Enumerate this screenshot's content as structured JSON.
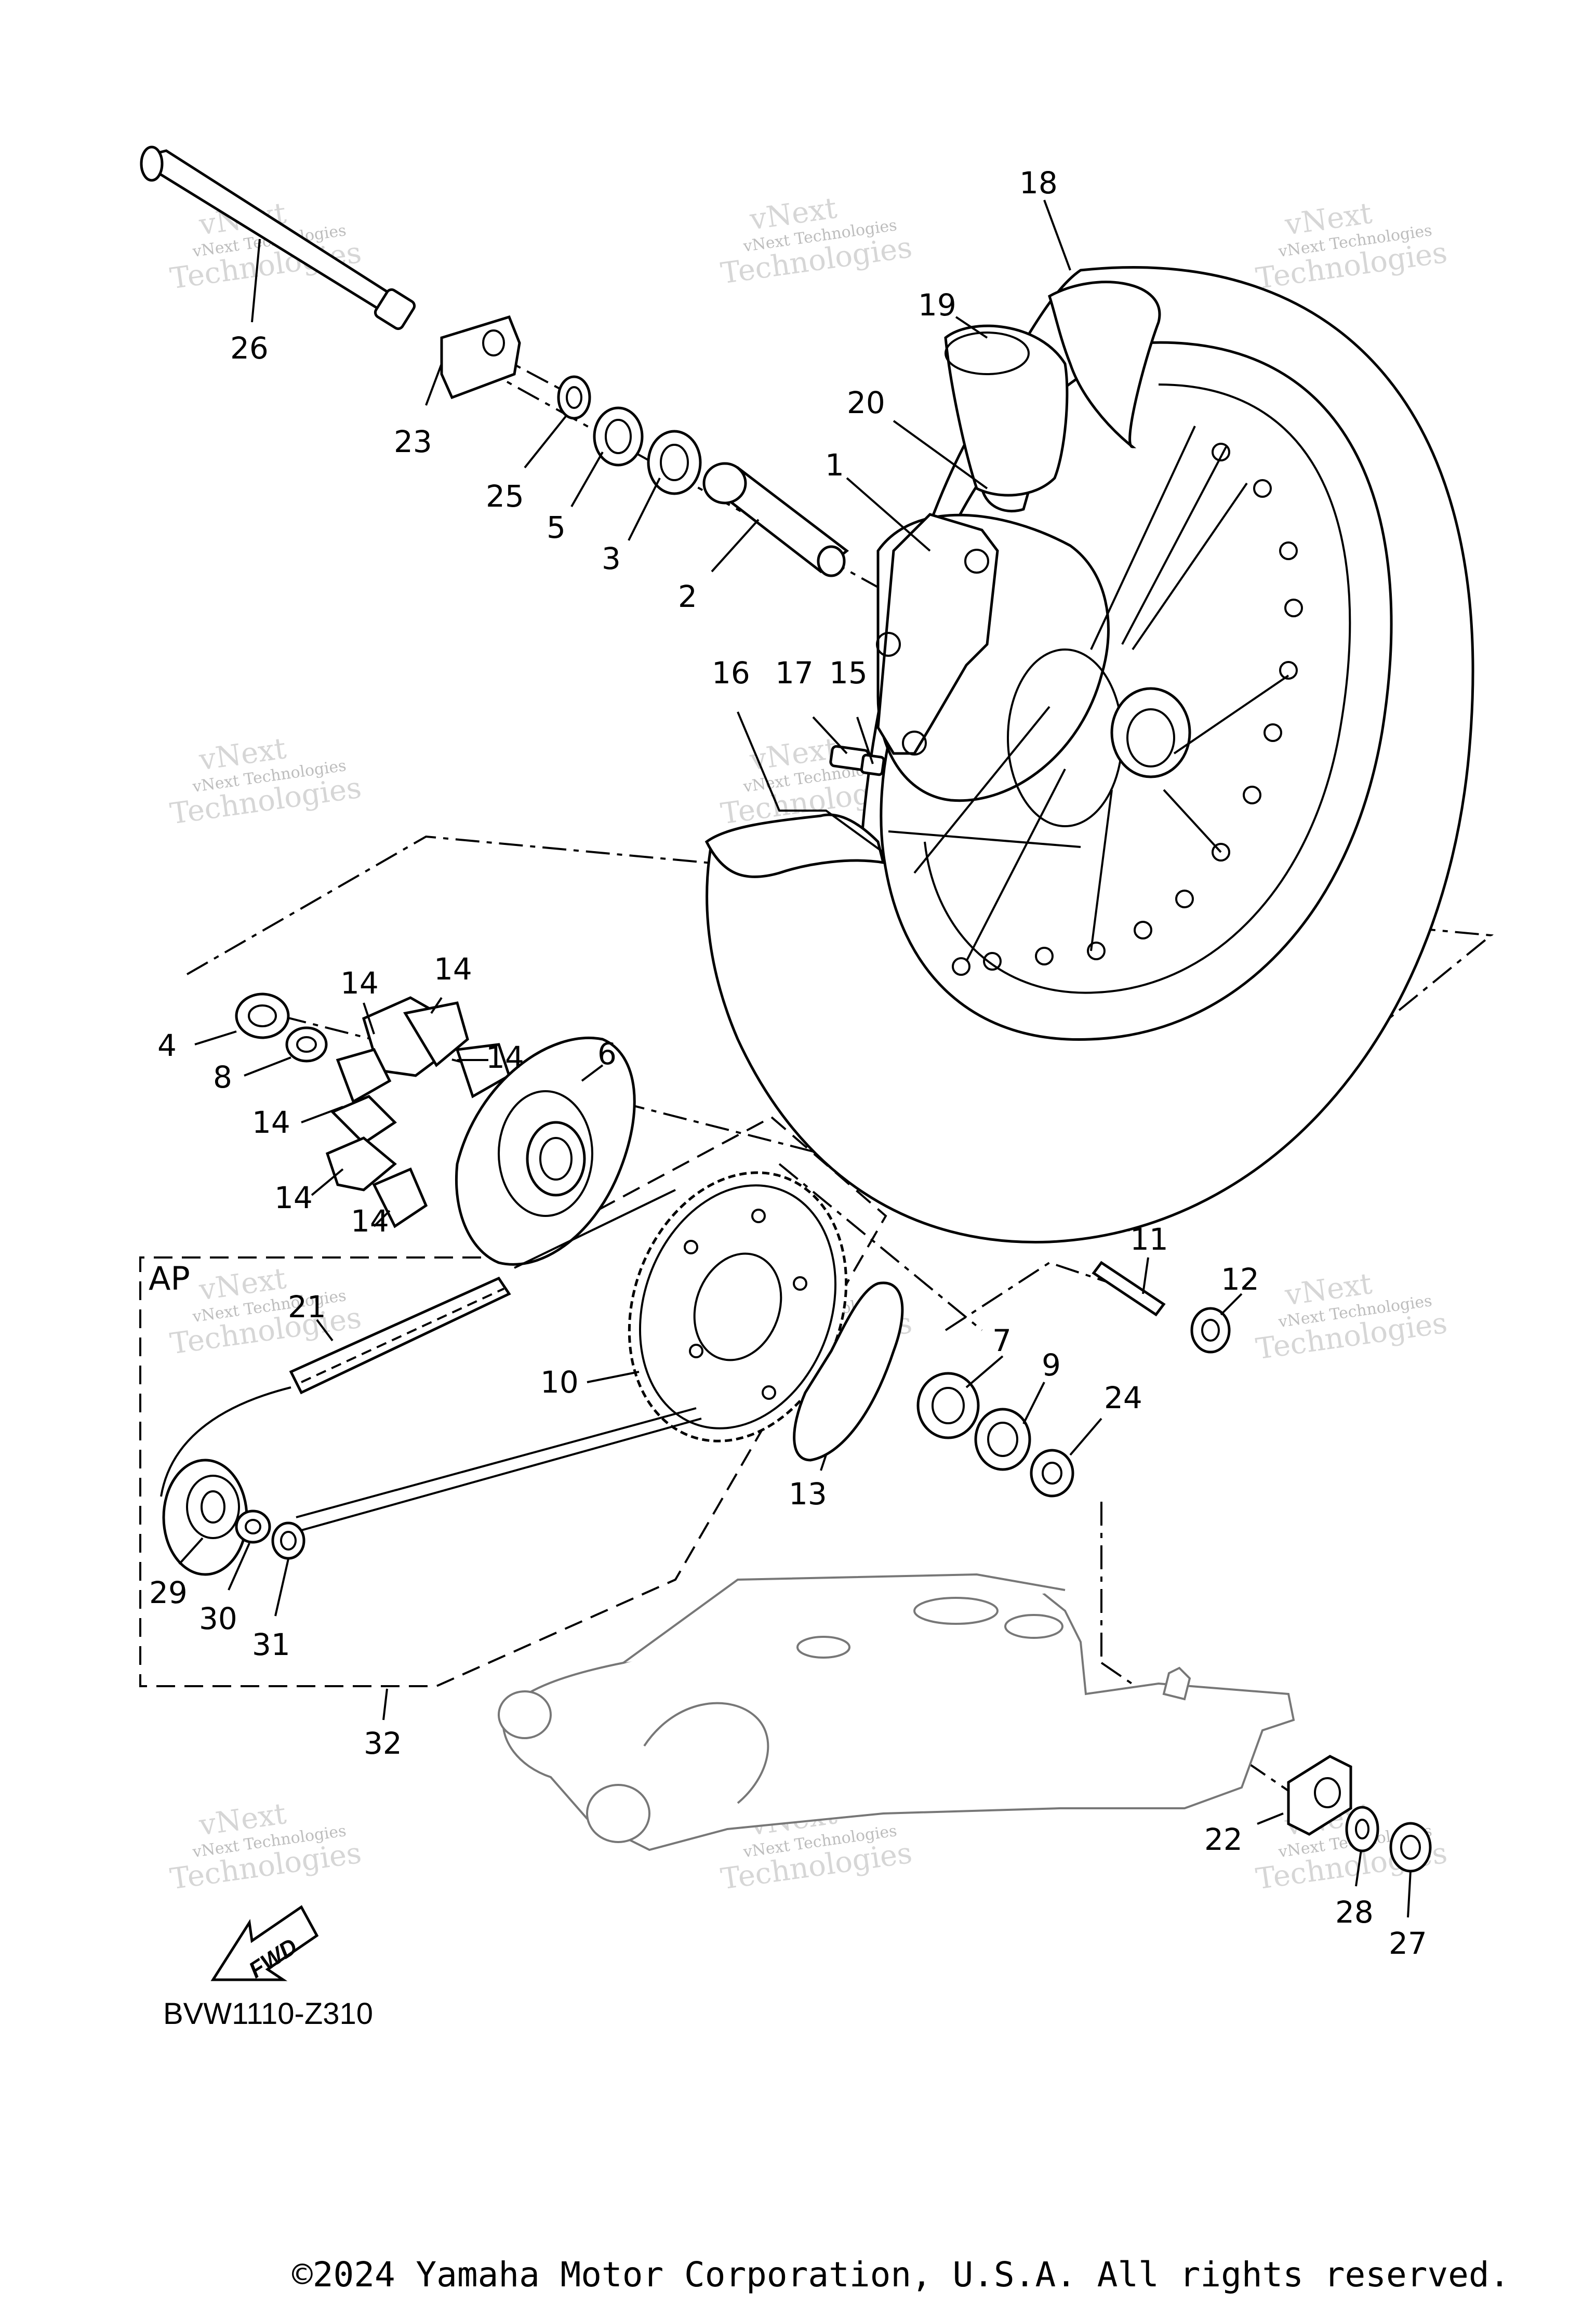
{
  "diagram": {
    "code": "BVW1110-Z310",
    "copyright": "©2024 Yamaha Motor Corporation, U.S.A. All rights reserved.",
    "fwd_label": "FWD",
    "ap_label": "AP",
    "watermark": {
      "line1": "vNext",
      "line2": "vNext Technologies",
      "line3": "Technologies"
    },
    "callouts": [
      {
        "num": "1"
      },
      {
        "num": "2"
      },
      {
        "num": "3"
      },
      {
        "num": "4"
      },
      {
        "num": "5"
      },
      {
        "num": "6"
      },
      {
        "num": "7"
      },
      {
        "num": "8"
      },
      {
        "num": "9"
      },
      {
        "num": "10"
      },
      {
        "num": "11"
      },
      {
        "num": "12"
      },
      {
        "num": "13"
      },
      {
        "num": "14"
      },
      {
        "num": "14"
      },
      {
        "num": "14"
      },
      {
        "num": "14"
      },
      {
        "num": "14"
      },
      {
        "num": "14"
      },
      {
        "num": "15"
      },
      {
        "num": "16"
      },
      {
        "num": "17"
      },
      {
        "num": "18"
      },
      {
        "num": "19"
      },
      {
        "num": "20"
      },
      {
        "num": "21"
      },
      {
        "num": "22"
      },
      {
        "num": "23"
      },
      {
        "num": "24"
      },
      {
        "num": "25"
      },
      {
        "num": "26"
      },
      {
        "num": "27"
      },
      {
        "num": "28"
      },
      {
        "num": "29"
      },
      {
        "num": "30"
      },
      {
        "num": "31"
      },
      {
        "num": "32"
      }
    ]
  }
}
